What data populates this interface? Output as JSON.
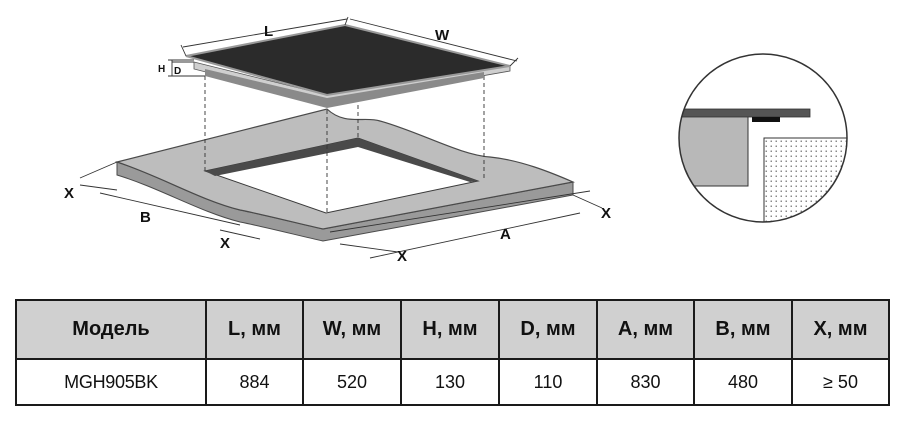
{
  "diagram": {
    "labels": {
      "length": "L",
      "width": "W",
      "height": "H",
      "depth": "D",
      "cutout_length": "A",
      "cutout_width": "B",
      "clearance": "X"
    }
  },
  "table": {
    "headers": [
      "Модель",
      "L, мм",
      "W, мм",
      "H, мм",
      "D, мм",
      "A, мм",
      "B, мм",
      "X, мм"
    ],
    "rows": [
      [
        "MGH905BK",
        "884",
        "520",
        "130",
        "110",
        "830",
        "480",
        "≥ 50"
      ]
    ]
  }
}
